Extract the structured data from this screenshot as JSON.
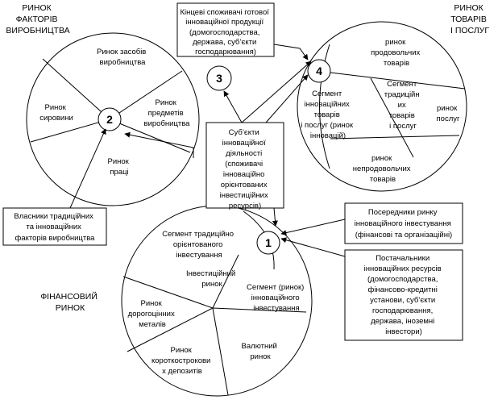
{
  "markets": {
    "factors": {
      "title": [
        "РИНОК",
        "ФАКТОРІВ",
        "ВИРОБНИЦТВА"
      ],
      "number": "2",
      "sectors": {
        "means": [
          "Ринок засобів",
          "виробництва"
        ],
        "raw": [
          "Ринок",
          "сировини"
        ],
        "objects": [
          "Ринок",
          "предметів",
          "виробництва"
        ],
        "labor": [
          "Ринок",
          "праці"
        ]
      }
    },
    "goods": {
      "title": [
        "РИНОК",
        "ТОВАРІВ",
        "І ПОСЛУГ"
      ],
      "number": "4",
      "sectors": {
        "food": [
          "ринок",
          "продовольчих",
          "товарів"
        ],
        "innov_segment": [
          "Сегмент",
          "інноваційних",
          "товарів",
          "і послуг (ринок",
          "інновацій)"
        ],
        "trad_segment": [
          "Сегмент",
          "традиційн",
          "их",
          "товарів",
          "і послуг"
        ],
        "services": [
          "ринок",
          "послуг"
        ],
        "nonfood": [
          "ринок",
          "непродовольчих",
          "товарів"
        ]
      }
    },
    "financial": {
      "title": [
        "ФІНАНСОВИЙ",
        "РИНОК"
      ],
      "number": "1",
      "sectors": {
        "traditional": [
          "Сегмент традиційно",
          "орієнтованого",
          "інвестування"
        ],
        "investment": [
          "Інвестиційний",
          "ринок"
        ],
        "innov_invest": [
          "Сегмент (ринок)",
          "інноваційного",
          "інвестування"
        ],
        "metals": [
          "Ринок",
          "дорогоцінних",
          "металів"
        ],
        "currency": [
          "Валютний",
          "ринок"
        ],
        "deposits": [
          "Ринок",
          "короткострокови",
          "х депозитів"
        ]
      }
    }
  },
  "boxes": {
    "consumers": [
      "Кінцеві споживачі готової",
      "інноваційної продукції",
      "(домогосподарства,",
      "держава, суб’єкти",
      "господарювання)"
    ],
    "subjects": [
      "Суб’єкти",
      "інноваційної",
      "діяльності",
      "(споживачі",
      "інноваційно",
      "орієнтованих",
      "інвестиційних",
      "ресурсів)"
    ],
    "owners": [
      "Власники традиційних",
      "та інноваційних",
      "факторів виробництва"
    ],
    "intermediaries": [
      "Посередники ринку",
      "інноваційного інвестування",
      "(фінансові та організаційні)"
    ],
    "suppliers": [
      "Постачальники",
      "інноваційних ресурсів",
      "(домогосподарства,",
      "фінансово-кредитні",
      "установи, суб’єкти",
      "господарювання,",
      "держава, іноземні",
      "інвестори)"
    ]
  },
  "consumers_number": "3"
}
